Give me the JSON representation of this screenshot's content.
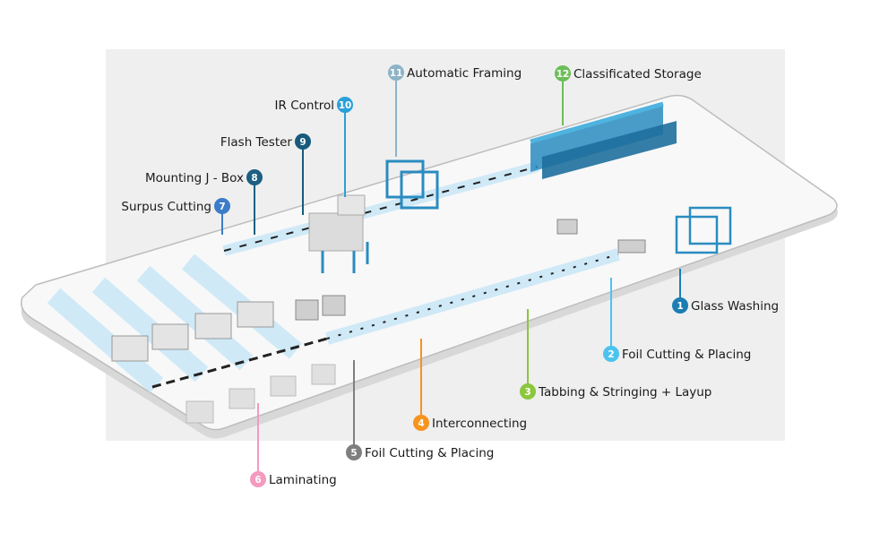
{
  "stations": [
    {
      "number": "1",
      "label": "Glass Washing",
      "color": "#1b7db3"
    },
    {
      "number": "2",
      "label": "Foil Cutting & Placing",
      "color": "#4cc3ee"
    },
    {
      "number": "3",
      "label": "Tabbing & Stringing + Layup",
      "color": "#8cc63e"
    },
    {
      "number": "4",
      "label": "Interconnecting",
      "color": "#f7931e"
    },
    {
      "number": "5",
      "label": "Foil Cutting & Placing",
      "color": "#7f7f7f"
    },
    {
      "number": "6",
      "label": "Laminating",
      "color": "#f29ac0"
    },
    {
      "number": "7",
      "label": "Surpus Cutting",
      "color": "#3c7cc8"
    },
    {
      "number": "8",
      "label": "Mounting J - Box",
      "color": "#1d5f82"
    },
    {
      "number": "9",
      "label": "Flash Tester",
      "color": "#185a7c"
    },
    {
      "number": "10",
      "label": "IR Control",
      "color": "#2aa0d8"
    },
    {
      "number": "11",
      "label": "Automatic Framing",
      "color": "#8db3c8"
    },
    {
      "number": "12",
      "label": "Classificated Storage",
      "color": "#6cbe58"
    }
  ],
  "colors": {
    "panel": "#f0f0f0",
    "floor": "#f7f7f7",
    "conveyor": "#cbe9f8",
    "machine": "#2a8cc0"
  }
}
